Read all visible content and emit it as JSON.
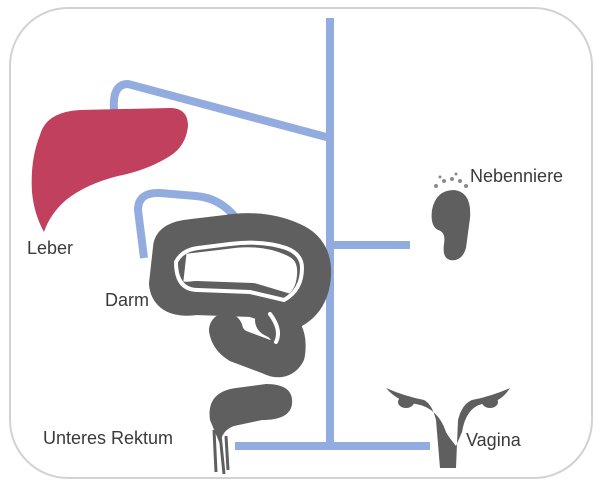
{
  "colors": {
    "vessel": "#93acdf",
    "organ": "#5f5f5f",
    "liver": "#c0405e",
    "frame": "#d2d2d2",
    "text": "#3a3a3a"
  },
  "labels": {
    "liver": "Leber",
    "bowel": "Darm",
    "adrenal": "Nebenniere",
    "rectum": "Unteres Rektum",
    "vagina": "Vagina"
  },
  "icons": {
    "liver": "liver-icon",
    "bowel": "colon-icon",
    "adrenal": "kidney-adrenal-icon",
    "rectum": "rectum-icon",
    "vagina": "uterus-icon"
  }
}
